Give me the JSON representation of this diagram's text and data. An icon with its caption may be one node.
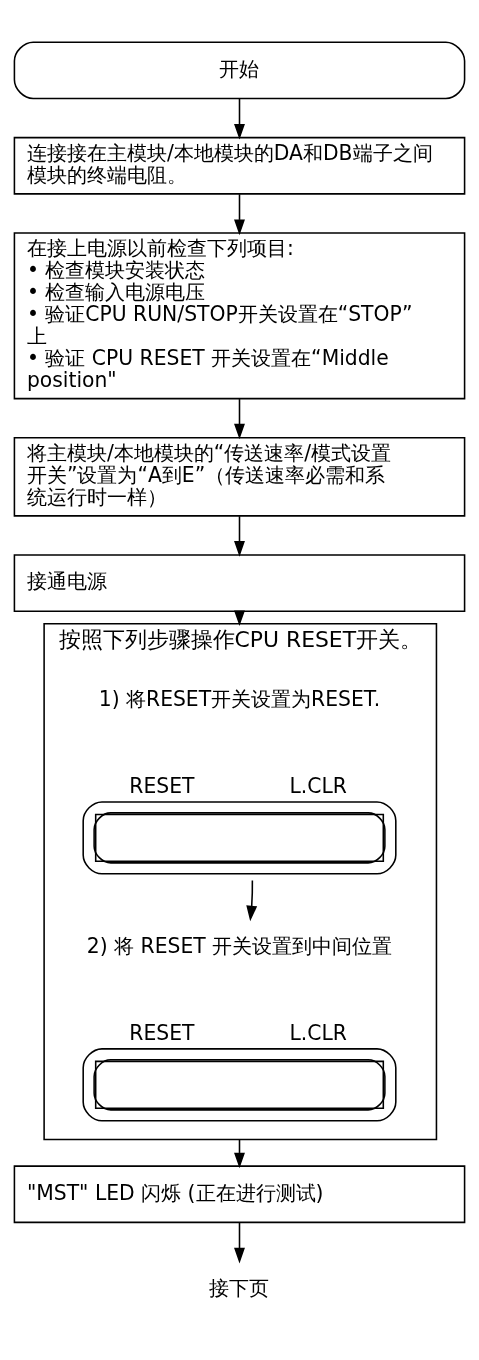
{
  "diagram": {
    "nodes": [
      {
        "text": [
          "开始"
        ]
      },
      {
        "text": [
          "连接接在主模块/本地模块的DA和DB端子之间模块的终端电阻。"
        ]
      },
      {
        "text": [
          "在接上电源以前检查下列项目:",
          "• 检查模块安装状态",
          "• 检查输入电源电压",
          "• 验证CPU RUN/STOP开关设置在“STOP”上",
          "• 验证 CPU RESET 开关设置在“Middle position\""
        ]
      },
      {
        "text": [
          "将主模块/本地模块的“传送速率/模式设置开关”设置为“A到E”（传送速率必需和系统运行时一样）"
        ]
      },
      {
        "text": [
          "接通电源"
        ]
      },
      {
        "text": [
          "按照下列步骤操作CPU RESET开关。"
        ]
      },
      {
        "text": [
          "1) 将RESET开关设置为RESET."
        ],
        "in": 5
      },
      {
        "text": [
          "RESET",
          "L.CLR"
        ],
        "in": 5
      },
      {
        "text": [
          "2) 将 RESET 开关设置到中间位置"
        ],
        "in": 5
      },
      {
        "text": [
          "RESET",
          "L.CLR"
        ],
        "in": 5
      },
      {
        "text": [
          "\"MST\" LED 闪烁 (正在进行测试)"
        ]
      },
      {
        "text": [
          "接下页"
        ]
      }
    ],
    "edges": [
      {
        "from": 0,
        "to": 1,
        "arrow": "to"
      },
      {
        "from": 1,
        "to": 2,
        "arrow": "to"
      },
      {
        "from": 2,
        "to": 3,
        "arrow": "to"
      },
      {
        "from": 3,
        "to": 4,
        "arrow": "to"
      },
      {
        "from": 4,
        "to": 5,
        "arrow": "to"
      },
      {
        "from": 7,
        "to": 8,
        "arrow": "to"
      },
      {
        "from": 5,
        "to": 10,
        "arrow": "to"
      },
      {
        "from": 10,
        "to": 11,
        "arrow": "to"
      }
    ]
  }
}
